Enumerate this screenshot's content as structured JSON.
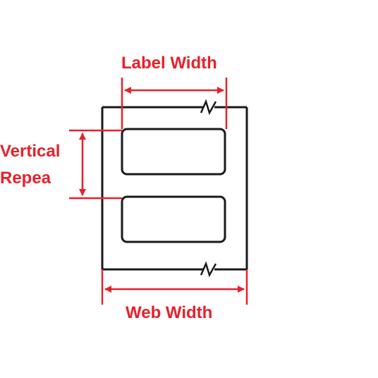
{
  "labels": {
    "label_width": "Label Width",
    "web_width": "Web Width",
    "vertical_repeat_line1": "Vertical",
    "vertical_repeat_line2": "Repea"
  },
  "colors": {
    "annotation": "#e8202a",
    "outline": "#1a1a1a",
    "background": "#ffffff"
  }
}
